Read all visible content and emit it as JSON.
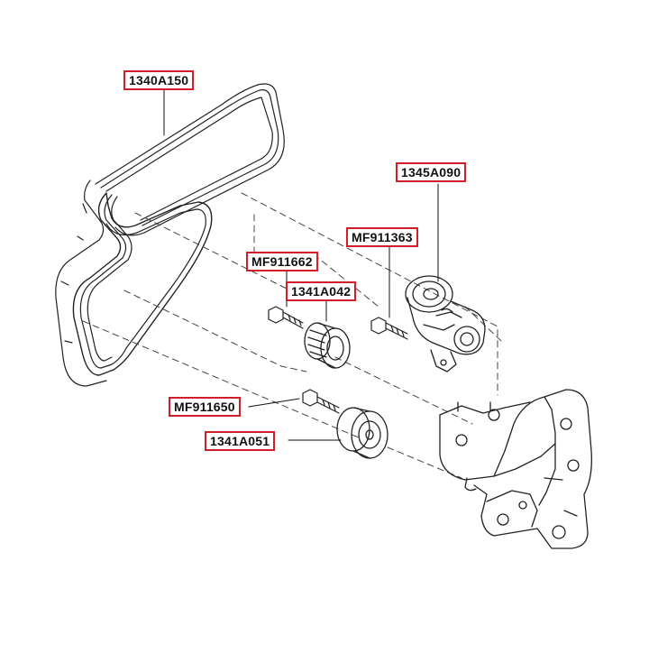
{
  "labels": {
    "belt": "1340A150",
    "tensioner": "1345A090",
    "tensioner_bolt": "MF911363",
    "idler_bolt_upper": "MF911662",
    "idler_upper": "1341A042",
    "idler_bolt_lower": "MF911650",
    "idler_lower": "1341A051"
  },
  "colors": {
    "label_border": "#d01f2a",
    "line": "#222222",
    "background": "#ffffff"
  }
}
